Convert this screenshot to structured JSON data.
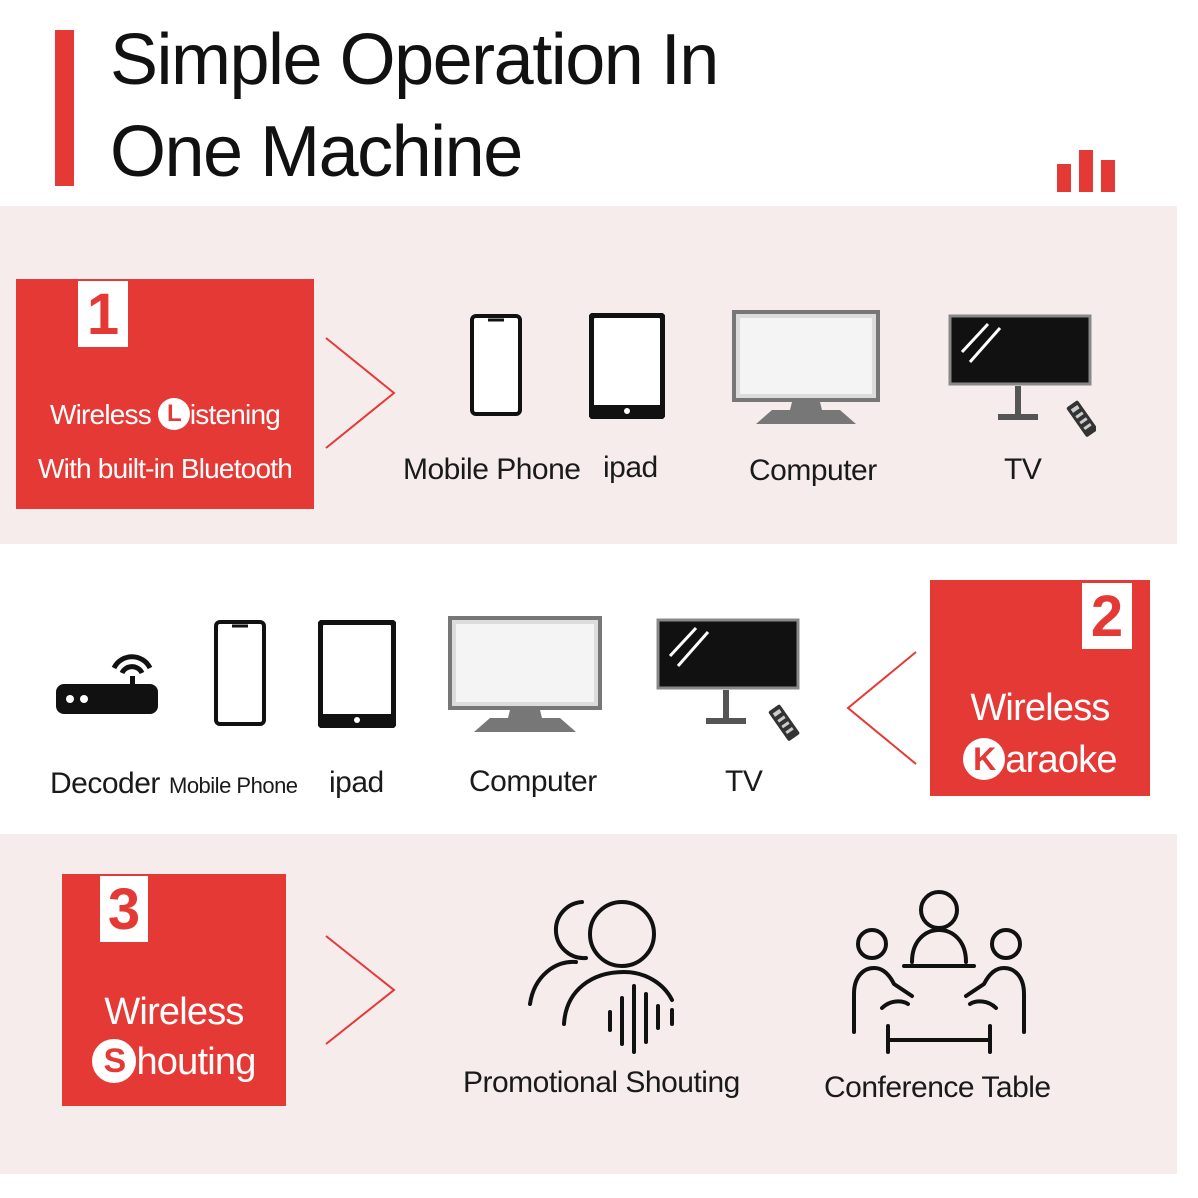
{
  "header": {
    "title_line1": "Simple Operation In",
    "title_line2": "One Machine",
    "accent_color": "#e53935",
    "bar_icon": "bar-chart-icon"
  },
  "section1": {
    "number": "1",
    "line1_pre": "Wireless ",
    "line1_letter": "L",
    "line1_post": "istening",
    "line2": "With built-in Bluetooth",
    "devices": [
      {
        "label": "Mobile Phone",
        "icon": "mobile-phone-icon"
      },
      {
        "label": "ipad",
        "icon": "tablet-icon"
      },
      {
        "label": "Computer",
        "icon": "computer-monitor-icon"
      },
      {
        "label": "TV",
        "icon": "tv-icon"
      }
    ]
  },
  "section2": {
    "number": "2",
    "line1": "Wireless",
    "line2_letter": "K",
    "line2_post": "araoke",
    "devices": [
      {
        "label": "Decoder",
        "icon": "router-icon"
      },
      {
        "label": "Mobile Phone",
        "icon": "mobile-phone-icon"
      },
      {
        "label": "ipad",
        "icon": "tablet-icon"
      },
      {
        "label": "Computer",
        "icon": "computer-monitor-icon"
      },
      {
        "label": "TV",
        "icon": "tv-icon"
      }
    ]
  },
  "section3": {
    "number": "3",
    "line1": "Wireless",
    "line2_letter": "S",
    "line2_post": "houting",
    "uses": [
      {
        "label": "Promotional Shouting",
        "icon": "people-speaking-icon"
      },
      {
        "label": "Conference Table",
        "icon": "conference-table-icon"
      }
    ]
  }
}
